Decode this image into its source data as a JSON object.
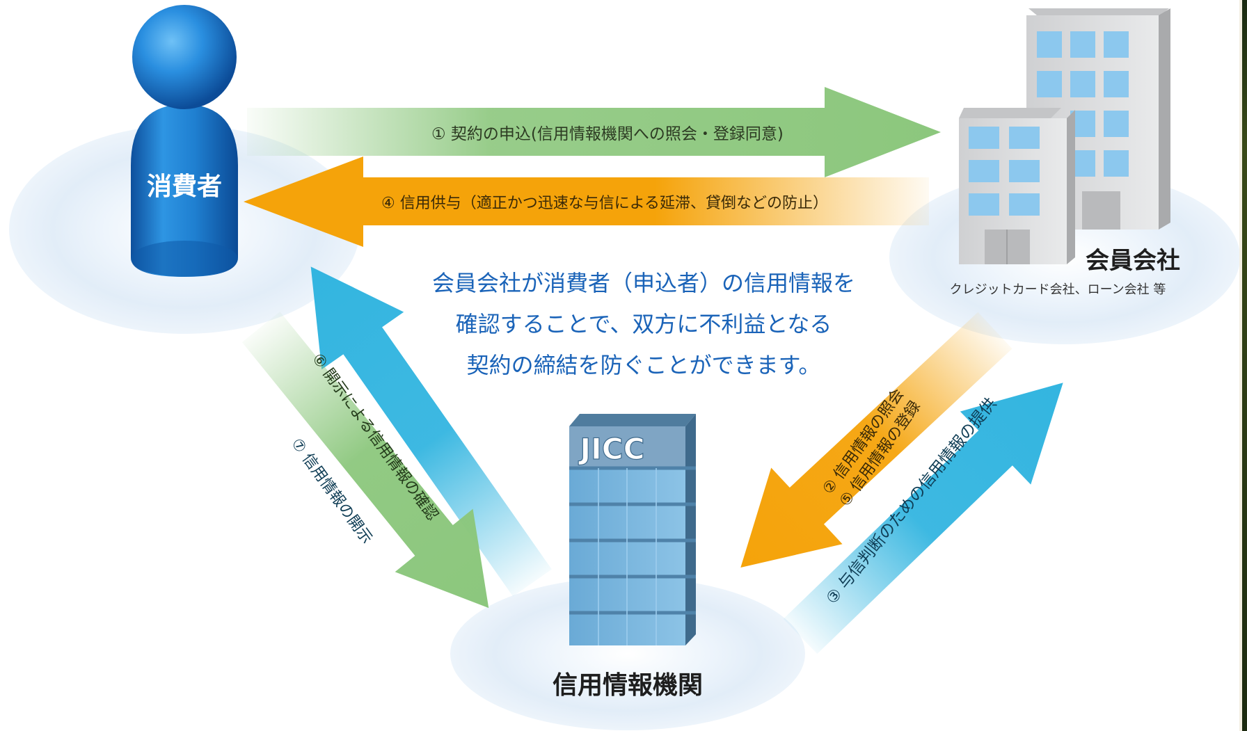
{
  "nodes": {
    "consumer": {
      "label": "消費者"
    },
    "member": {
      "label": "会員会社",
      "sublabel": "クレジットカード会社、ローン会社 等"
    },
    "bureau": {
      "label": "信用情報機関",
      "logo_text": "JICC"
    }
  },
  "center_text": [
    "会員会社が消費者（申込者）の信用情報を",
    "確認することで、双方に不利益となる",
    "契約の締結を防ぐことができます。"
  ],
  "arrows": [
    {
      "id": "apply",
      "label": "① 契約の申込(信用情報機関への照会・登録同意)",
      "color": "#8cc77d"
    },
    {
      "id": "credit",
      "label": "④ 信用供与（適正かつ迅速な与信による延滞、貸倒などの防止）",
      "color": "#f5a30a"
    },
    {
      "id": "inquiry",
      "label_lines": [
        "② 信用情報の照会",
        "⑤ 信用情報の登録"
      ],
      "color": "#f5a30a"
    },
    {
      "id": "provide",
      "label": "③ 与信判断のための信用情報の提供",
      "color": "#33b5e0"
    },
    {
      "id": "confirm",
      "label": "⑥ 開示による信用情報の確認",
      "color": "#8cc77d"
    },
    {
      "id": "disclose",
      "label": "⑦ 信用情報の開示",
      "color": "#33b5e0"
    }
  ],
  "colors": {
    "blue_text": "#1a63b8",
    "person": "#1f7fd0",
    "building": "#d9dadb",
    "window": "#8cc8ee",
    "jicc": "#7fb7dd"
  }
}
